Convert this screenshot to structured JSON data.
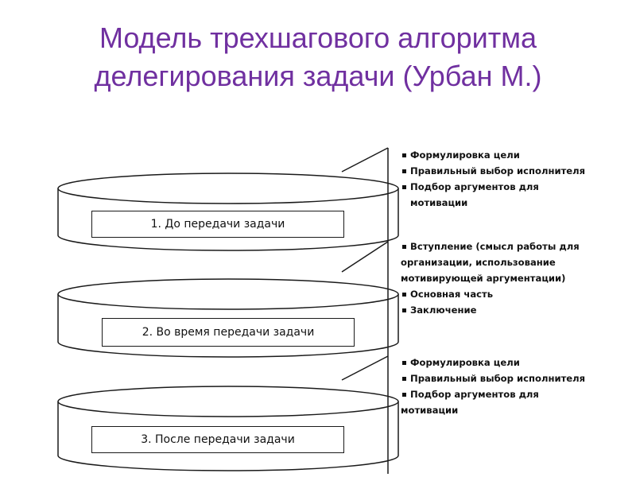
{
  "title": {
    "line1": "Модель трехшагового алгоритма",
    "line2": "делегирования задачи (Урбан М.)"
  },
  "stages": [
    {
      "label": "1. До передачи задачи"
    },
    {
      "label": "2. Во время передачи задачи"
    },
    {
      "label": "3. После передачи задачи"
    }
  ],
  "notes": [
    {
      "items": [
        "Формулировка цели",
        "Правильный выбор исполнителя",
        "Подбор аргументов для",
        "мотивации"
      ]
    },
    {
      "items": [
        "Вступление (смысл работы для",
        "организации, использование",
        "мотивирующей аргументации)",
        "Основная часть",
        "Заключение"
      ]
    },
    {
      "items": [
        "Формулировка цели",
        "Правильный выбор исполнителя",
        "Подбор аргументов для",
        "мотивации"
      ]
    }
  ],
  "colors": {
    "title": "#7030a0",
    "ink": "#1a1a1a"
  }
}
